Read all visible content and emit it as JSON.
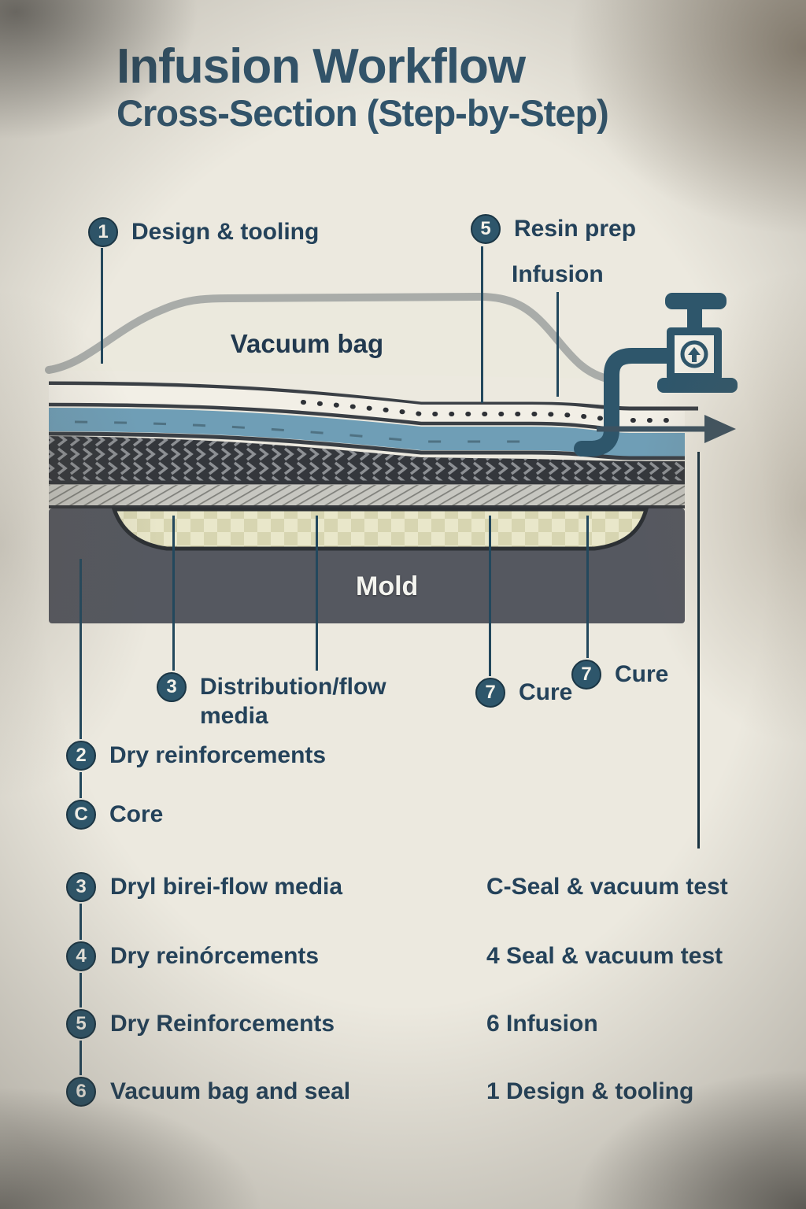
{
  "title": {
    "line1": "Infusion Workflow",
    "line2": "Cross-Section (Step-by-Step)"
  },
  "diagram": {
    "vacuum_bag_label": "Vacuum bag",
    "mold_label": "Mold",
    "callout_design": {
      "num": "1",
      "label": "Design & tooling"
    },
    "callout_resin": {
      "num": "5",
      "label": "Resin prep"
    },
    "callout_infusion": {
      "label": "Infusion"
    },
    "callout_distribution": {
      "num": "3",
      "line1": "Distribution/flow",
      "line2": "media"
    },
    "callout_cure_a": {
      "num": "7",
      "label": "Cure"
    },
    "callout_cure_b": {
      "num": "7",
      "label": "Cure"
    },
    "callout_dry": {
      "num": "2",
      "label": "Dry reinforcements"
    },
    "callout_core": {
      "num": "C",
      "label": "Core"
    }
  },
  "legend_left": [
    {
      "num": "3",
      "label": "Dryl birei-flow media"
    },
    {
      "num": "4",
      "label": "Dry reinórcements"
    },
    {
      "num": "5",
      "label": "Dry Reinforcements"
    },
    {
      "num": "6",
      "label": "Vacuum bag and seal"
    }
  ],
  "legend_right": [
    {
      "label": "C-Seal & vacuum test"
    },
    {
      "label": "4 Seal & vacuum test"
    },
    {
      "label": "6 Infusion"
    },
    {
      "label": "1 Design & tooling"
    }
  ],
  "colors": {
    "accent": "#2e566b",
    "text": "#24425a",
    "background": "#ece9df",
    "mold_gray": "#555860",
    "resin_blue": "#6f9eb6",
    "core_yellow": "#e9e7ca",
    "bag_outline": "#a9aca9"
  }
}
